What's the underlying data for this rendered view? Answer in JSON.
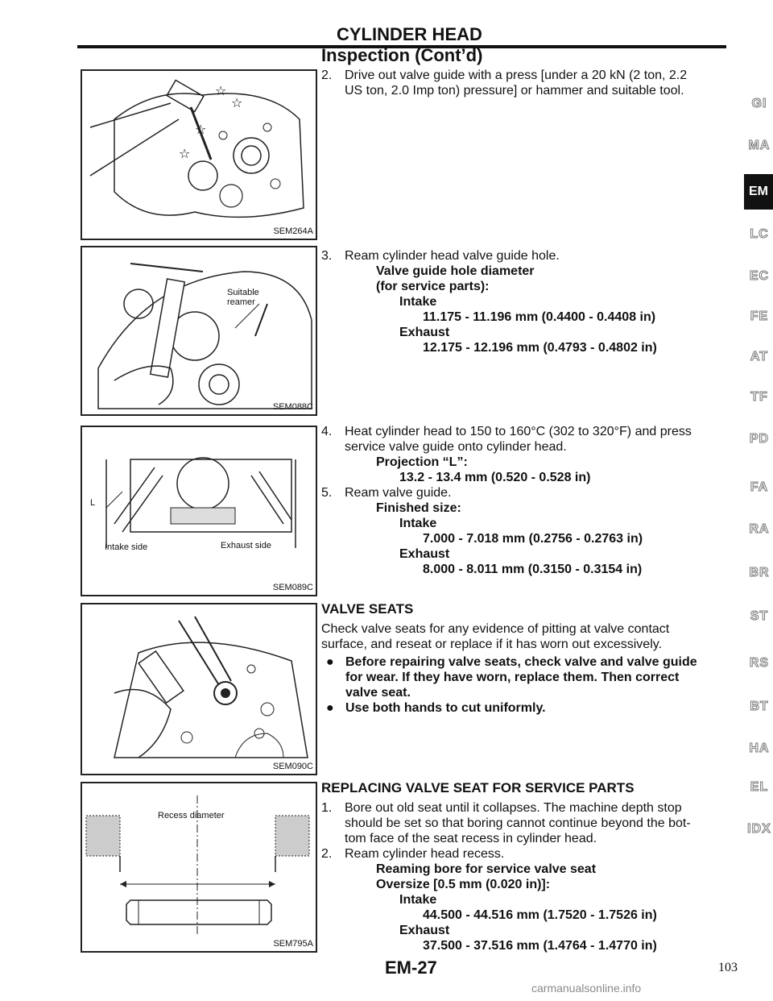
{
  "header": {
    "title": "CYLINDER HEAD",
    "subtitle": "Inspection (Cont’d)"
  },
  "figures": {
    "f1": {
      "code": "SEM264A"
    },
    "f2": {
      "code": "SEM088C",
      "label": "Suitable reamer"
    },
    "f3": {
      "code": "SEM089C",
      "label_left": "Intake side",
      "label_right": "Exhaust side",
      "label_l": "L"
    },
    "f4": {
      "code": "SEM090C"
    },
    "f5": {
      "code": "SEM795A",
      "label": "Recess diameter"
    }
  },
  "steps": {
    "s2": {
      "num": "2.",
      "l1": "Drive out valve guide with a press [under a 20 kN (2 ton, 2.2",
      "l2": "US ton, 2.0 Imp ton) pressure] or hammer and suitable tool."
    },
    "s3": {
      "num": "3.",
      "l1": "Ream cylinder head valve guide hole.",
      "spec1": "Valve guide hole diameter",
      "spec2": "(for service parts):",
      "intake": "Intake",
      "intake_val": "11.175 - 11.196 mm (0.4400 - 0.4408 in)",
      "exhaust": "Exhaust",
      "exhaust_val": "12.175 - 12.196 mm (0.4793 - 0.4802 in)"
    },
    "s4": {
      "num": "4.",
      "l1": "Heat cylinder head to 150 to 160°C (302 to 320°F) and press",
      "l2": "service valve guide onto cylinder head.",
      "spec": "Projection “L”:",
      "val": "13.2 - 13.4 mm (0.520 - 0.528 in)"
    },
    "s5": {
      "num": "5.",
      "l1": "Ream valve guide.",
      "spec": "Finished size:",
      "intake": "Intake",
      "intake_val": "7.000 - 7.018 mm (0.2756 - 0.2763 in)",
      "exhaust": "Exhaust",
      "exhaust_val": "8.000 - 8.011 mm (0.3150 - 0.3154 in)"
    }
  },
  "valve_seats": {
    "title": "VALVE SEATS",
    "p1": "Check valve seats for any evidence of pitting at valve contact",
    "p2": "surface, and reseat or replace if it has worn out excessively.",
    "b1_l1": "Before repairing valve seats, check valve and valve guide",
    "b1_l2": "for wear. If they have worn, replace them. Then correct",
    "b1_l3": "valve seat.",
    "b2": "Use both hands to cut uniformly.",
    "bullet_glyph": "●"
  },
  "replacing": {
    "title": "REPLACING VALVE SEAT FOR SERVICE PARTS",
    "s1_num": "1.",
    "s1_l1": "Bore out old seat until it collapses. The machine depth stop",
    "s1_l2": "should be set so that boring cannot continue beyond the bot-",
    "s1_l3": "tom face of the seat recess in cylinder head.",
    "s2_num": "2.",
    "s2_l1": "Ream cylinder head recess.",
    "spec1": "Reaming bore for service valve seat",
    "spec2": "Oversize [0.5 mm (0.020 in)]:",
    "intake": "Intake",
    "intake_val": "44.500 - 44.516 mm (1.7520 - 1.7526 in)",
    "exhaust": "Exhaust",
    "exhaust_val": "37.500 - 37.516 mm (1.4764 - 1.4770 in)"
  },
  "sidebar": {
    "active": "EM",
    "items": [
      "GI",
      "MA",
      "LC",
      "EC",
      "FE",
      "AT",
      "TF",
      "PD",
      "FA",
      "RA",
      "BR",
      "ST",
      "RS",
      "BT",
      "HA",
      "EL",
      "IDX"
    ]
  },
  "footer": {
    "code": "EM-27",
    "page": "103",
    "watermark": "carmanualsonline.info"
  }
}
